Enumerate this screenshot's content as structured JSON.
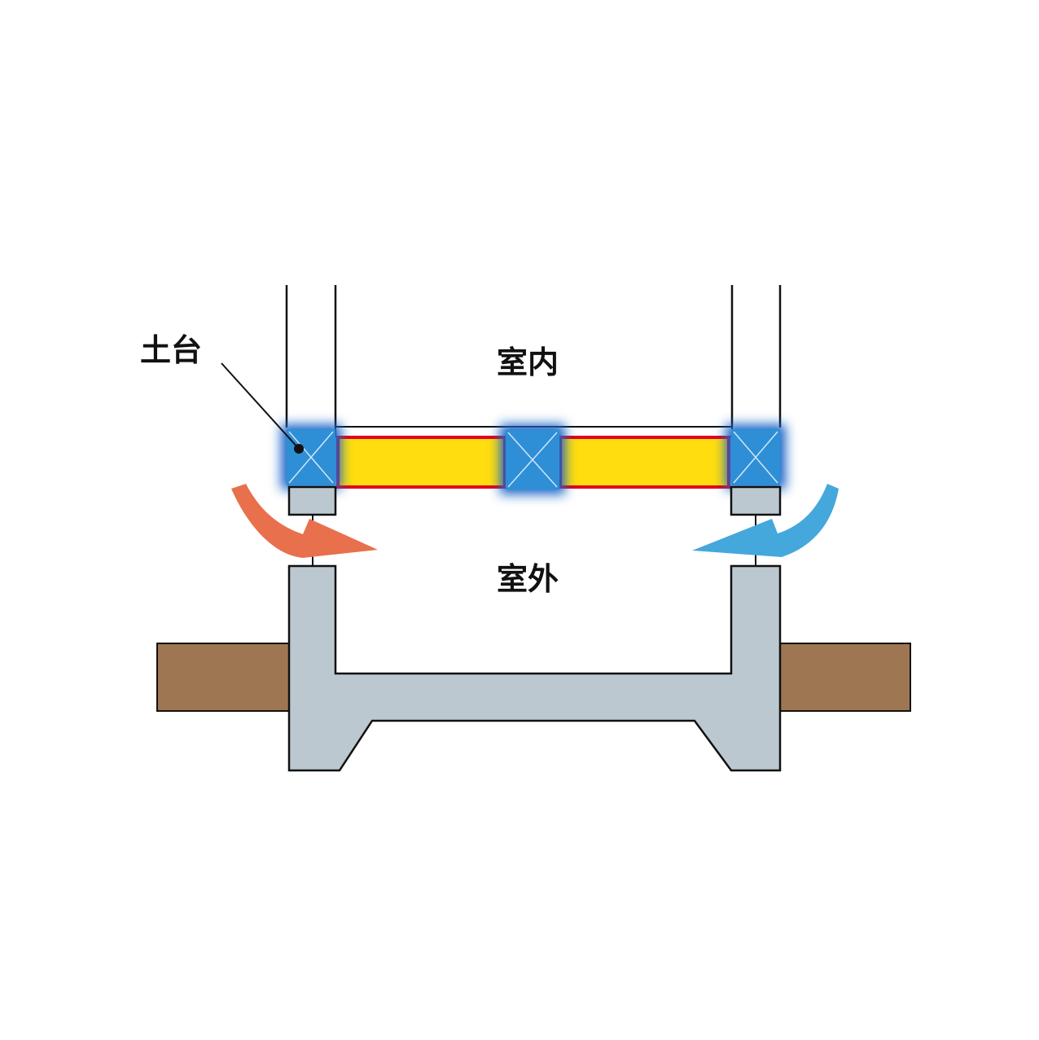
{
  "labels": {
    "sill": "土台",
    "indoor": "室内",
    "outdoor": "室外"
  },
  "colors": {
    "soil": "#9e7752",
    "concrete": "#bbc8cf",
    "insulation": "#ffdd0e",
    "insulation_edge": "#e3001b",
    "sill_blue": "#2e8fd6",
    "sill_glow": "#1a66c8",
    "warm_arrow": "#e8704d",
    "cool_arrow": "#44a8dc",
    "line": "#111111"
  }
}
